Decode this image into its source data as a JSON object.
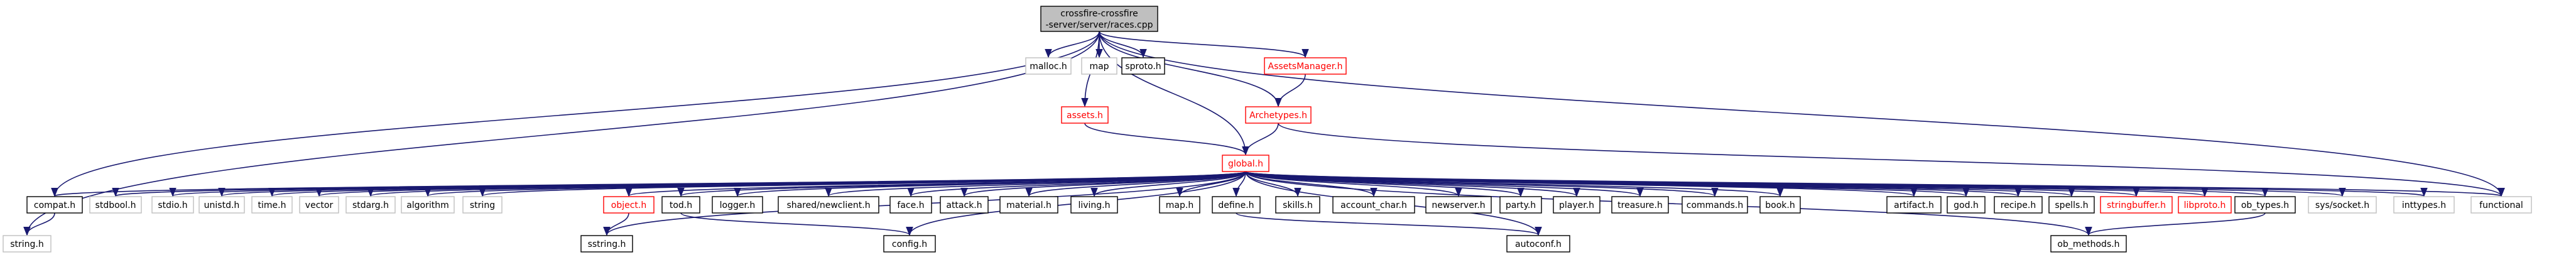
{
  "diagram": {
    "root": {
      "line1": "crossfire-crossfire",
      "line2": "-server/server/races.cpp"
    },
    "nodes": [
      {
        "id": "malloc_h",
        "label": "malloc.h",
        "style": "grey"
      },
      {
        "id": "map",
        "label": "map",
        "style": "grey"
      },
      {
        "id": "sproto_h",
        "label": "sproto.h",
        "style": "black"
      },
      {
        "id": "assetsmanager_h",
        "label": "AssetsManager.h",
        "style": "red"
      },
      {
        "id": "assets_h",
        "label": "assets.h",
        "style": "red"
      },
      {
        "id": "archetypes_h",
        "label": "Archetypes.h",
        "style": "red"
      },
      {
        "id": "global_h",
        "label": "global.h",
        "style": "red"
      },
      {
        "id": "compat_h",
        "label": "compat.h",
        "style": "black"
      },
      {
        "id": "stdbool_h",
        "label": "stdbool.h",
        "style": "grey"
      },
      {
        "id": "stdio_h",
        "label": "stdio.h",
        "style": "grey"
      },
      {
        "id": "unistd_h",
        "label": "unistd.h",
        "style": "grey"
      },
      {
        "id": "time_h",
        "label": "time.h",
        "style": "grey"
      },
      {
        "id": "vector",
        "label": "vector",
        "style": "grey"
      },
      {
        "id": "stdarg_h",
        "label": "stdarg.h",
        "style": "grey"
      },
      {
        "id": "algorithm",
        "label": "algorithm",
        "style": "grey"
      },
      {
        "id": "string",
        "label": "string",
        "style": "grey"
      },
      {
        "id": "object_h",
        "label": "object.h",
        "style": "red"
      },
      {
        "id": "tod_h",
        "label": "tod.h",
        "style": "black"
      },
      {
        "id": "logger_h",
        "label": "logger.h",
        "style": "black"
      },
      {
        "id": "shared_newclient_h",
        "label": "shared/newclient.h",
        "style": "black"
      },
      {
        "id": "face_h",
        "label": "face.h",
        "style": "black"
      },
      {
        "id": "attack_h",
        "label": "attack.h",
        "style": "black"
      },
      {
        "id": "material_h",
        "label": "material.h",
        "style": "black"
      },
      {
        "id": "living_h",
        "label": "living.h",
        "style": "black"
      },
      {
        "id": "map_h",
        "label": "map.h",
        "style": "black"
      },
      {
        "id": "define_h",
        "label": "define.h",
        "style": "black"
      },
      {
        "id": "skills_h",
        "label": "skills.h",
        "style": "black"
      },
      {
        "id": "account_char_h",
        "label": "account_char.h",
        "style": "black"
      },
      {
        "id": "newserver_h",
        "label": "newserver.h",
        "style": "black"
      },
      {
        "id": "party_h",
        "label": "party.h",
        "style": "black"
      },
      {
        "id": "player_h",
        "label": "player.h",
        "style": "black"
      },
      {
        "id": "treasure_h",
        "label": "treasure.h",
        "style": "black"
      },
      {
        "id": "commands_h",
        "label": "commands.h",
        "style": "black"
      },
      {
        "id": "book_h",
        "label": "book.h",
        "style": "black"
      },
      {
        "id": "artifact_h",
        "label": "artifact.h",
        "style": "black"
      },
      {
        "id": "god_h",
        "label": "god.h",
        "style": "black"
      },
      {
        "id": "recipe_h",
        "label": "recipe.h",
        "style": "black"
      },
      {
        "id": "spells_h",
        "label": "spells.h",
        "style": "black"
      },
      {
        "id": "stringbuffer_h",
        "label": "stringbuffer.h",
        "style": "red"
      },
      {
        "id": "libproto_h",
        "label": "libproto.h",
        "style": "red"
      },
      {
        "id": "ob_types_h",
        "label": "ob_types.h",
        "style": "black"
      },
      {
        "id": "sys_socket_h",
        "label": "sys/socket.h",
        "style": "grey"
      },
      {
        "id": "inttypes_h",
        "label": "inttypes.h",
        "style": "grey"
      },
      {
        "id": "functional",
        "label": "functional",
        "style": "grey"
      },
      {
        "id": "string_h",
        "label": "string.h",
        "style": "grey"
      },
      {
        "id": "sstring_h",
        "label": "sstring.h",
        "style": "black"
      },
      {
        "id": "config_h",
        "label": "config.h",
        "style": "black"
      },
      {
        "id": "autoconf_h",
        "label": "autoconf.h",
        "style": "black"
      },
      {
        "id": "ob_methods_h",
        "label": "ob_methods.h",
        "style": "black"
      }
    ],
    "edges": [
      [
        "root",
        "malloc_h"
      ],
      [
        "root",
        "map"
      ],
      [
        "root",
        "sproto_h"
      ],
      [
        "root",
        "assetsmanager_h"
      ],
      [
        "root",
        "assets_h"
      ],
      [
        "root",
        "archetypes_h"
      ],
      [
        "root",
        "global_h"
      ],
      [
        "root",
        "compat_h"
      ],
      [
        "root",
        "string_h"
      ],
      [
        "root",
        "functional"
      ],
      [
        "assetsmanager_h",
        "archetypes_h"
      ],
      [
        "assets_h",
        "global_h"
      ],
      [
        "archetypes_h",
        "global_h"
      ],
      [
        "archetypes_h",
        "functional"
      ],
      [
        "compat_h",
        "string_h"
      ],
      [
        "global_h",
        "compat_h"
      ],
      [
        "global_h",
        "stdbool_h"
      ],
      [
        "global_h",
        "stdio_h"
      ],
      [
        "global_h",
        "unistd_h"
      ],
      [
        "global_h",
        "time_h"
      ],
      [
        "global_h",
        "vector"
      ],
      [
        "global_h",
        "stdarg_h"
      ],
      [
        "global_h",
        "algorithm"
      ],
      [
        "global_h",
        "string"
      ],
      [
        "global_h",
        "object_h"
      ],
      [
        "global_h",
        "tod_h"
      ],
      [
        "global_h",
        "logger_h"
      ],
      [
        "global_h",
        "shared_newclient_h"
      ],
      [
        "global_h",
        "face_h"
      ],
      [
        "global_h",
        "attack_h"
      ],
      [
        "global_h",
        "material_h"
      ],
      [
        "global_h",
        "living_h"
      ],
      [
        "global_h",
        "map_h"
      ],
      [
        "global_h",
        "define_h"
      ],
      [
        "global_h",
        "skills_h"
      ],
      [
        "global_h",
        "account_char_h"
      ],
      [
        "global_h",
        "newserver_h"
      ],
      [
        "global_h",
        "party_h"
      ],
      [
        "global_h",
        "player_h"
      ],
      [
        "global_h",
        "treasure_h"
      ],
      [
        "global_h",
        "commands_h"
      ],
      [
        "global_h",
        "book_h"
      ],
      [
        "global_h",
        "artifact_h"
      ],
      [
        "global_h",
        "god_h"
      ],
      [
        "global_h",
        "recipe_h"
      ],
      [
        "global_h",
        "spells_h"
      ],
      [
        "global_h",
        "stringbuffer_h"
      ],
      [
        "global_h",
        "libproto_h"
      ],
      [
        "global_h",
        "ob_types_h"
      ],
      [
        "global_h",
        "sys_socket_h"
      ],
      [
        "global_h",
        "inttypes_h"
      ],
      [
        "global_h",
        "functional"
      ],
      [
        "global_h",
        "sstring_h"
      ],
      [
        "global_h",
        "config_h"
      ],
      [
        "global_h",
        "autoconf_h"
      ],
      [
        "global_h",
        "ob_methods_h"
      ],
      [
        "object_h",
        "sstring_h"
      ],
      [
        "tod_h",
        "config_h"
      ],
      [
        "define_h",
        "autoconf_h"
      ],
      [
        "ob_types_h",
        "ob_methods_h"
      ]
    ]
  }
}
